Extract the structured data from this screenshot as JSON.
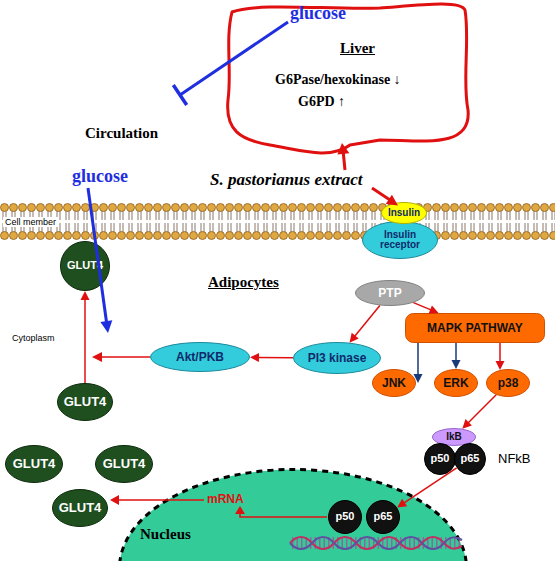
{
  "diagram": {
    "nodes": [
      {
        "text": [
          "glucose",
          "Liver",
          "G6Pase/hexokinase ↓",
          "G6PD ↑"
        ]
      },
      {
        "text": [
          "Insulin"
        ]
      },
      {
        "text": [
          "Insulin receptor"
        ]
      },
      {
        "text": [
          "GLUT4"
        ]
      },
      {
        "text": [
          "PTP"
        ]
      },
      {
        "text": [
          "MAPK PATHWAY"
        ]
      },
      {
        "text": [
          "Akt/PKB"
        ]
      },
      {
        "text": [
          "PI3 kinase"
        ]
      },
      {
        "text": [
          "JNK"
        ]
      },
      {
        "text": [
          "ERK"
        ]
      },
      {
        "text": [
          "p38"
        ]
      },
      {
        "text": [
          "GLUT4"
        ]
      },
      {
        "text": [
          "IkB"
        ]
      },
      {
        "text": [
          "p50"
        ]
      },
      {
        "text": [
          "p65"
        ]
      },
      {
        "text": [
          "GLUT4"
        ]
      },
      {
        "text": [
          "GLUT4"
        ]
      },
      {
        "text": [
          "Nucleus"
        ]
      },
      {
        "text": [
          "p50"
        ],
        "in": 17
      },
      {
        "text": [
          "p65"
        ],
        "in": 17
      },
      {
        "text": [
          "GLUT4"
        ]
      }
    ],
    "edges": [
      {
        "from": 4,
        "to": 7,
        "arrow": "to"
      },
      {
        "from": 4,
        "to": 5,
        "arrow": "to"
      },
      {
        "from": 7,
        "to": 6,
        "arrow": "to"
      },
      {
        "from": 11,
        "to": 3,
        "arrow": "to"
      },
      {
        "from": 5,
        "to": 8,
        "arrow": "to"
      },
      {
        "from": 5,
        "to": 9,
        "arrow": "to"
      },
      {
        "from": 5,
        "to": 10,
        "arrow": "to"
      },
      {
        "from": 10,
        "to": 12,
        "arrow": "to"
      },
      {
        "from": 14,
        "to": 19,
        "arrow": "to"
      }
    ],
    "labels": [
      "Circulation",
      "glucose",
      "S. pastorianus extract",
      "Cell member",
      "Adipocytes",
      "Cytoplasm",
      "NFkB",
      "mRNA"
    ]
  }
}
